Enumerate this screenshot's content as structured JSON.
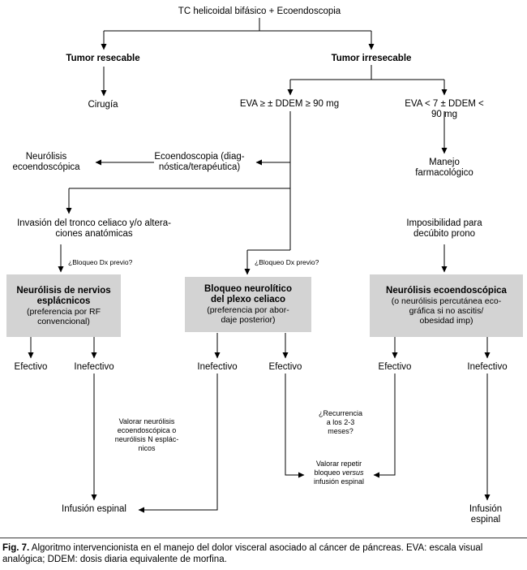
{
  "figure": {
    "root": "TC helicoidal bifásico + Ecoendoscopia",
    "nodes": {
      "tumor_resecable": "Tumor resecable",
      "cirugia": "Cirugía",
      "tumor_irresecable": "Tumor irresecable",
      "eva_alta": "EVA ≥ ± DDEM ≥ 90 mg",
      "eva_baja": "EVA < 7 ± DDEM < 90 mg",
      "neurolisis_ecoendoscopica": "Neurólisis\necoendoscópica",
      "ecoendoscopia": "Ecoendoscopia (diag-\nnóstica/terapéutica)",
      "manejo_farmacologico": "Manejo farmacológico",
      "invasion_tronco": "Invasión del tronco celiaco y/o altera-\nciones anatómicas",
      "imposibilidad_decubito": "Imposibilidad para\ndecúbito prono",
      "bloqueo_dx_izquierda": "¿Bloqueo Dx previo?",
      "bloqueo_dx_centro": "¿Bloqueo Dx previo?"
    },
    "boxes": {
      "esplacnicos": {
        "title": "Neurólisis de nervios\nesplácnicos",
        "subtitle": "(preferencia por RF\nconvencional)"
      },
      "plexo_celiaco": {
        "title": "Bloqueo neurolítico\ndel plexo celiaco",
        "subtitle": "(preferencia por abor-\ndaje posterior)"
      },
      "ecoendoscopica": {
        "title": "Neurólisis ecoendoscópica",
        "subtitle": "(o neurólisis percutánea eco-\ngráfica si no ascitis/\nobesidad imp)"
      }
    },
    "outcomes": {
      "o1": "Efectivo",
      "o2": "Inefectivo",
      "o3": "Inefectivo",
      "o4": "Efectivo",
      "o5": "Efectivo",
      "o6": "Inefectivo"
    },
    "annotations": {
      "valorar_neurolisis": "Valorar neurólisis\necoendoscópica o\nneurólisis N esplác-\nnicos",
      "recurrencia": "¿Recurrencia\na los 2-3\nmeses?",
      "valorar_repetir_pre": "Valorar repetir\nbloqueo ",
      "valorar_repetir_versus": "versus",
      "valorar_repetir_post": "\ninfusión espinal"
    },
    "terminals": {
      "infusion_espinal_izq": "Infusión espinal",
      "infusion_espinal_der": "Infusión espinal"
    },
    "caption": {
      "label": "Fig. 7.",
      "text": " Algoritmo intervencionista en el manejo del dolor visceral asociado al cáncer de páncreas. EVA: escala visual analógica; DDEM: dosis diaria equivalente de morfina."
    },
    "colors": {
      "box_fill": "#d3d3d3",
      "line": "#000000"
    }
  }
}
